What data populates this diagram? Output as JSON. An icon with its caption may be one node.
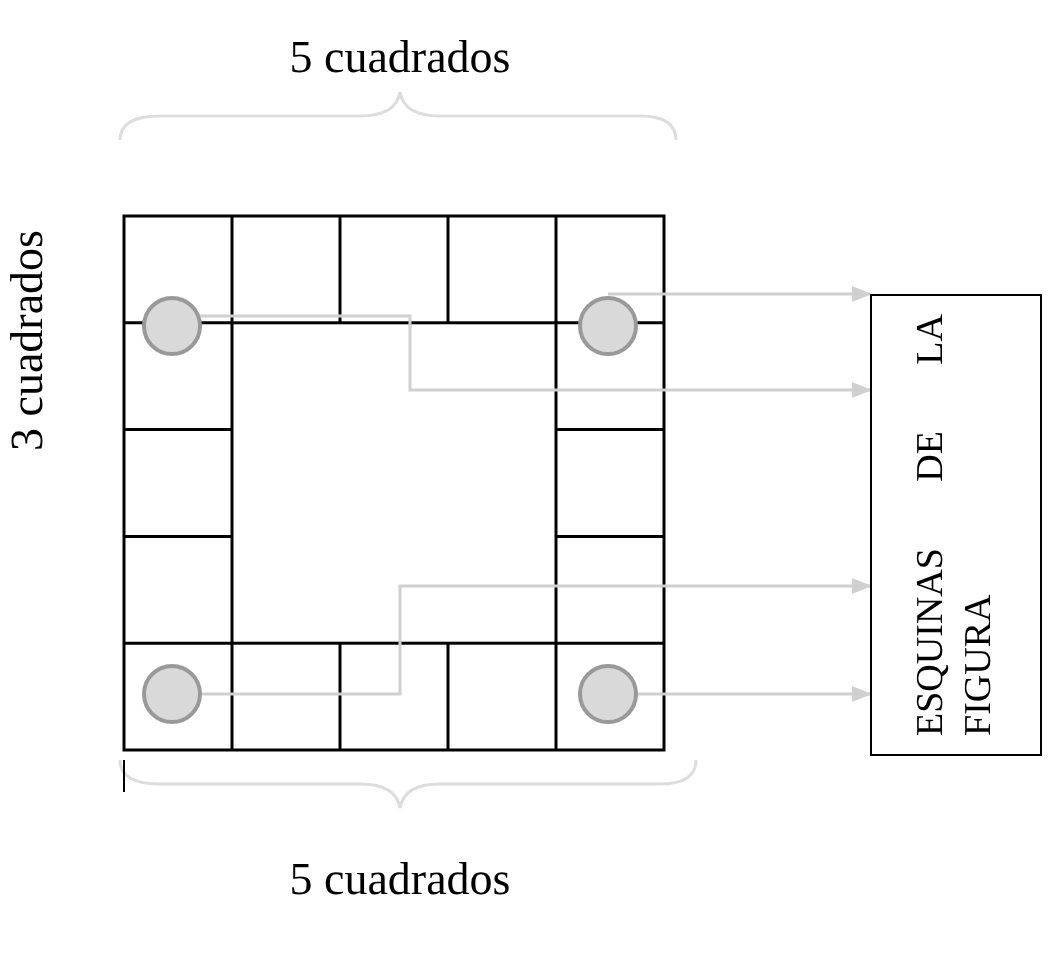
{
  "diagram": {
    "nodes": [
      {
        "text": [],
        "shape": "circle"
      },
      {
        "text": [],
        "shape": "circle"
      },
      {
        "text": [
          "ESQUINAS DE LA FIGURA"
        ]
      },
      {
        "text": [],
        "shape": "circle"
      },
      {
        "text": [],
        "shape": "circle"
      }
    ],
    "edges": [
      {
        "from": 0,
        "to": 2,
        "arrow": "to"
      },
      {
        "from": 1,
        "to": 2,
        "arrow": "to"
      },
      {
        "from": 3,
        "to": 2,
        "arrow": "to"
      },
      {
        "from": 4,
        "to": 2,
        "arrow": "to"
      }
    ],
    "labels": [
      "5 cuadrados",
      "3 cuadrados",
      "5 cuadrados"
    ]
  }
}
